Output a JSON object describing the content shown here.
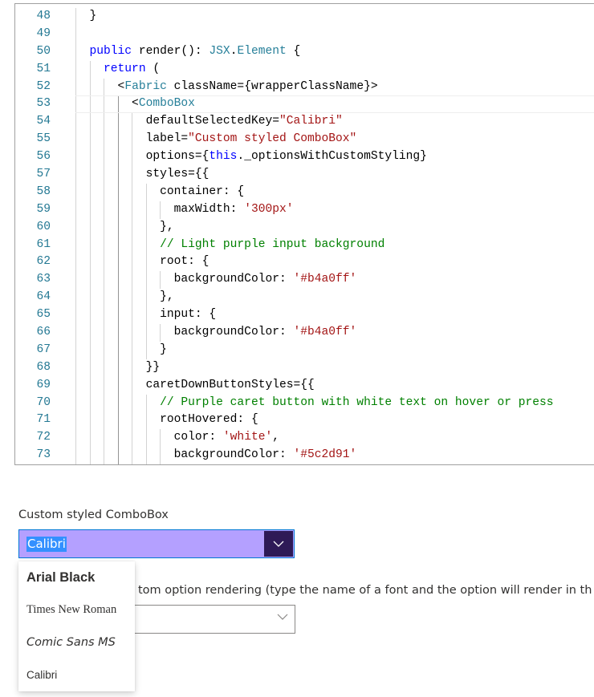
{
  "editor": {
    "current_line": 53,
    "lines": [
      {
        "n": "48",
        "segs": [
          [
            "  }",
            "p"
          ]
        ]
      },
      {
        "n": "49",
        "segs": []
      },
      {
        "n": "50",
        "segs": [
          [
            "  ",
            "p"
          ],
          [
            "public",
            "k"
          ],
          [
            " render(): ",
            "p"
          ],
          [
            "JSX",
            "t"
          ],
          [
            ".",
            "p"
          ],
          [
            "Element",
            "t"
          ],
          [
            " {",
            "p"
          ]
        ]
      },
      {
        "n": "51",
        "segs": [
          [
            "    ",
            "p"
          ],
          [
            "return",
            "k"
          ],
          [
            " (",
            "p"
          ]
        ]
      },
      {
        "n": "52",
        "segs": [
          [
            "      <",
            "p"
          ],
          [
            "Fabric",
            "t"
          ],
          [
            " className={wrapperClassName}>",
            "p"
          ]
        ]
      },
      {
        "n": "53",
        "segs": [
          [
            "        <",
            "p"
          ],
          [
            "ComboBox",
            "t"
          ]
        ]
      },
      {
        "n": "54",
        "segs": [
          [
            "          defaultSelectedKey=",
            "p"
          ],
          [
            "\"Calibri\"",
            "s"
          ]
        ]
      },
      {
        "n": "55",
        "segs": [
          [
            "          label=",
            "p"
          ],
          [
            "\"Custom styled ComboBox\"",
            "s"
          ]
        ]
      },
      {
        "n": "56",
        "segs": [
          [
            "          options={",
            "p"
          ],
          [
            "this",
            "k"
          ],
          [
            "._optionsWithCustomStyling}",
            "p"
          ]
        ]
      },
      {
        "n": "57",
        "segs": [
          [
            "          styles={{",
            "p"
          ]
        ]
      },
      {
        "n": "58",
        "segs": [
          [
            "            container: {",
            "p"
          ]
        ]
      },
      {
        "n": "59",
        "segs": [
          [
            "              maxWidth: ",
            "p"
          ],
          [
            "'300px'",
            "s"
          ]
        ]
      },
      {
        "n": "60",
        "segs": [
          [
            "            },",
            "p"
          ]
        ]
      },
      {
        "n": "61",
        "segs": [
          [
            "            ",
            "p"
          ],
          [
            "// Light purple input background",
            "c"
          ]
        ]
      },
      {
        "n": "62",
        "segs": [
          [
            "            root: {",
            "p"
          ]
        ]
      },
      {
        "n": "63",
        "segs": [
          [
            "              backgroundColor: ",
            "p"
          ],
          [
            "'#b4a0ff'",
            "s"
          ]
        ]
      },
      {
        "n": "64",
        "segs": [
          [
            "            },",
            "p"
          ]
        ]
      },
      {
        "n": "65",
        "segs": [
          [
            "            input: {",
            "p"
          ]
        ]
      },
      {
        "n": "66",
        "segs": [
          [
            "              backgroundColor: ",
            "p"
          ],
          [
            "'#b4a0ff'",
            "s"
          ]
        ]
      },
      {
        "n": "67",
        "segs": [
          [
            "            }",
            "p"
          ]
        ]
      },
      {
        "n": "68",
        "segs": [
          [
            "          }}",
            "p"
          ]
        ]
      },
      {
        "n": "69",
        "segs": [
          [
            "          caretDownButtonStyles={{",
            "p"
          ]
        ]
      },
      {
        "n": "70",
        "segs": [
          [
            "            ",
            "p"
          ],
          [
            "// Purple caret button with white text on hover or press",
            "c"
          ]
        ]
      },
      {
        "n": "71",
        "segs": [
          [
            "            rootHovered: {",
            "p"
          ]
        ]
      },
      {
        "n": "72",
        "segs": [
          [
            "              color: ",
            "p"
          ],
          [
            "'white'",
            "s"
          ],
          [
            ",",
            "p"
          ]
        ]
      },
      {
        "n": "73",
        "segs": [
          [
            "              backgroundColor: ",
            "p"
          ],
          [
            "'#5c2d91'",
            "s"
          ]
        ]
      }
    ]
  },
  "combobox1": {
    "label": "Custom styled ComboBox",
    "value": "Calibri",
    "caret_icon": "chevron-down-icon",
    "input_bg": "#b4a0ff",
    "caret_bg": "#2e1a57"
  },
  "combobox2": {
    "label_partial": "tom option rendering (type the name of a font and the option will render in th",
    "caret_icon": "chevron-down-icon"
  },
  "dropdown": {
    "options": [
      "Arial Black",
      "Times New Roman",
      "Comic Sans MS",
      "Calibri"
    ]
  }
}
